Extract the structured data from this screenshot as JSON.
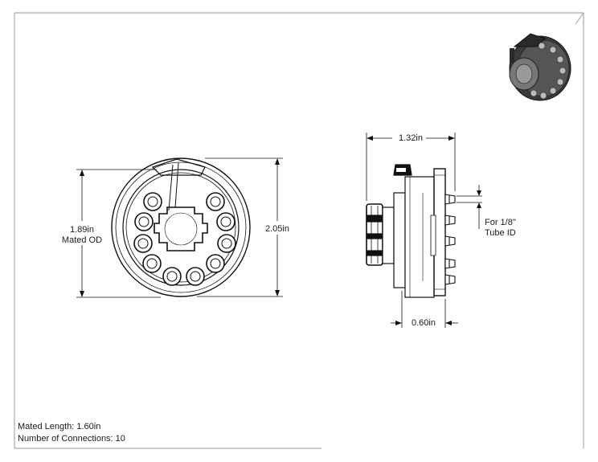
{
  "dimensions": {
    "mated_od": {
      "value": "1.89in",
      "caption": "Mated OD"
    },
    "outer_diameter": "2.05in",
    "overall_length": "1.32in",
    "flange_depth": "0.60in",
    "tube_note": {
      "line1": "For 1/8\"",
      "line2": "Tube ID"
    }
  },
  "notes": {
    "mated_length": "Mated Length: 1.60in",
    "connections": "Number of Connections: 10"
  },
  "views": [
    "front-view",
    "side-view",
    "isometric-preview"
  ]
}
